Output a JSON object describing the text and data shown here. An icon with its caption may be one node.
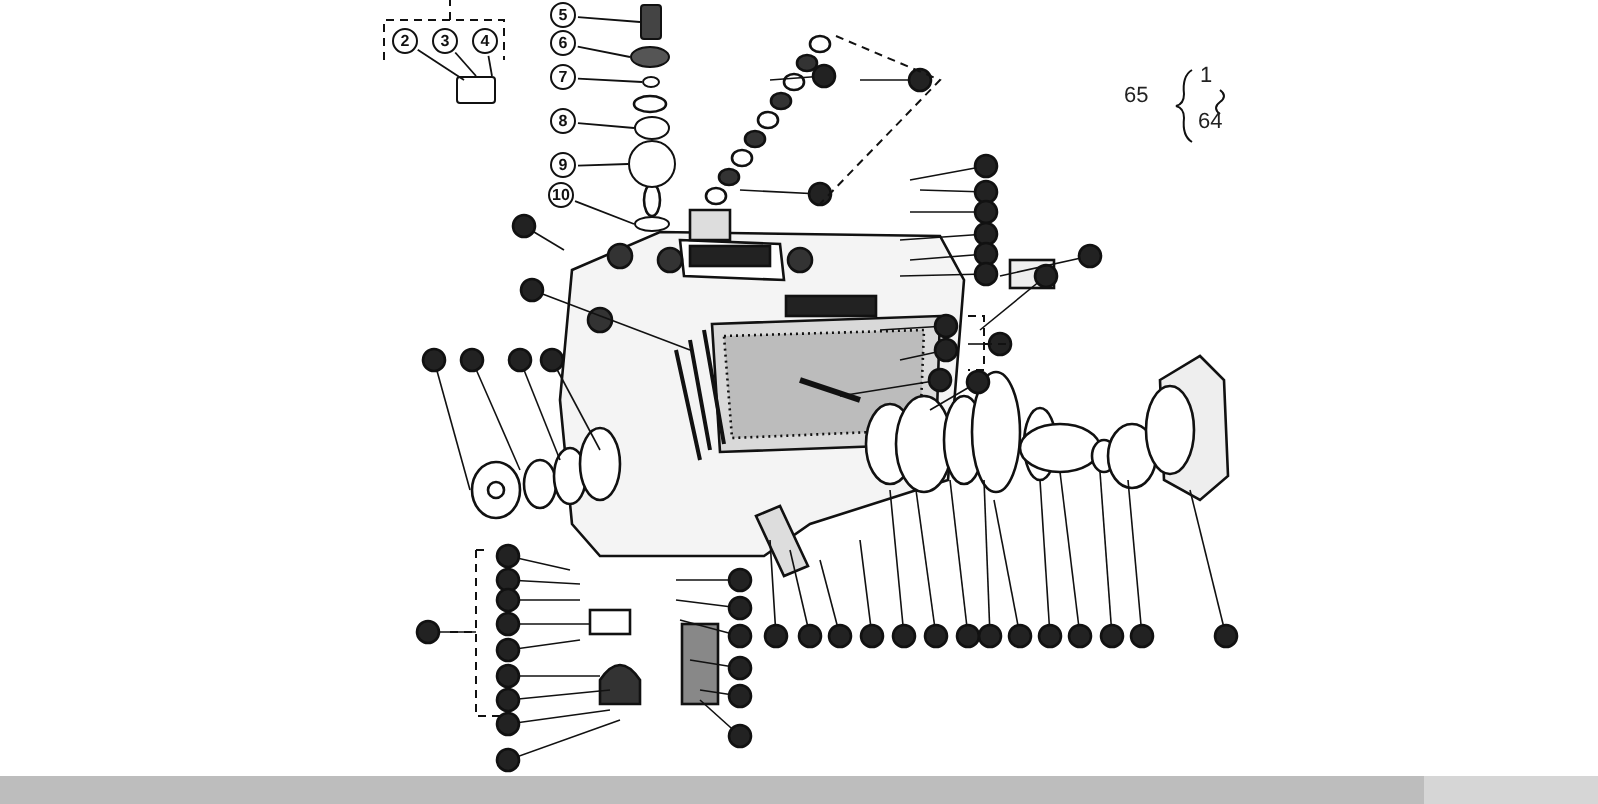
{
  "diagram": {
    "nodes": [
      {
        "text": [
          "2"
        ]
      },
      {
        "text": [
          "3"
        ]
      },
      {
        "text": [
          "4"
        ]
      },
      {
        "text": [
          "5"
        ]
      },
      {
        "text": [
          "6"
        ]
      },
      {
        "text": [
          "7"
        ]
      },
      {
        "text": [
          "8"
        ]
      },
      {
        "text": [
          "9"
        ]
      },
      {
        "text": [
          "10"
        ]
      },
      {
        "text": [],
        "shape": "box"
      },
      {
        "text": [],
        "shape": "box"
      },
      {
        "text": [],
        "shape": "circle"
      },
      {
        "text": [],
        "shape": "circle"
      },
      {
        "text": [],
        "shape": "circle"
      },
      {
        "text": [],
        "shape": "circle"
      },
      {
        "text": [],
        "shape": "circle"
      }
    ],
    "edges": [
      {
        "from": 0,
        "to": 9,
        "arrow": "none"
      },
      {
        "from": 1,
        "to": 9,
        "arrow": "none"
      },
      {
        "from": 2,
        "to": 9,
        "arrow": "none"
      },
      {
        "from": 3,
        "to": 10,
        "arrow": "none"
      },
      {
        "from": 4,
        "to": 11,
        "arrow": "none"
      },
      {
        "from": 5,
        "to": 12,
        "arrow": "none"
      },
      {
        "from": 6,
        "to": 13,
        "arrow": "none"
      },
      {
        "from": 7,
        "to": 14,
        "arrow": "none"
      },
      {
        "from": 8,
        "to": 15,
        "arrow": "none"
      }
    ],
    "labels": [
      "65",
      "1",
      "64"
    ]
  }
}
